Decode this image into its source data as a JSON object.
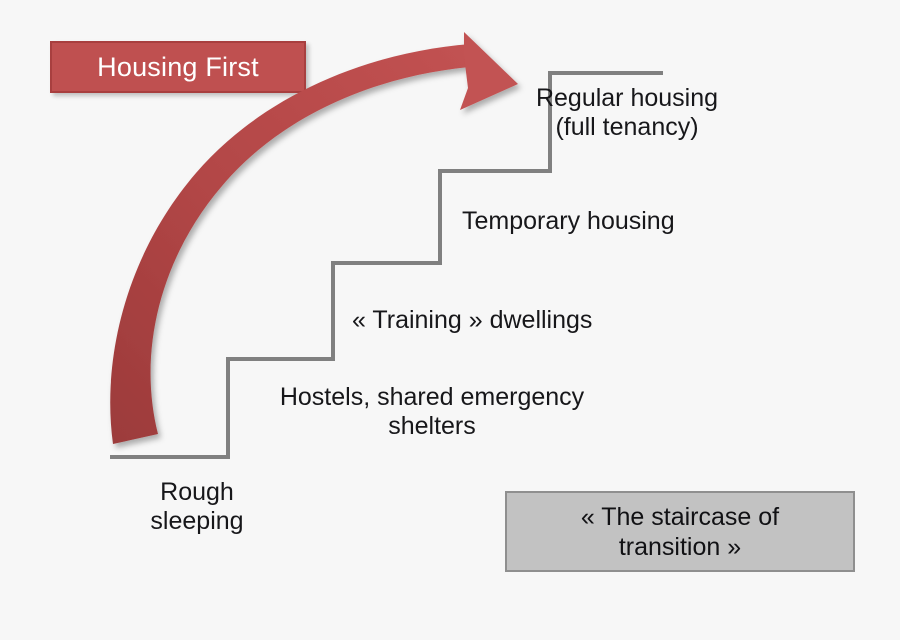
{
  "diagram": {
    "title_badge": {
      "label": "Housing First",
      "bg_color": "#bf5050",
      "border_color": "#a83f3f",
      "text_color": "#ffffff"
    },
    "caption_box": {
      "label": "« The staircase of\ntransition »",
      "bg_color": "#c2c2c2",
      "border_color": "#8f8f8f",
      "text_color": "#111114"
    },
    "arrow": {
      "name": "housing-first-curved-arrow",
      "color": "#a94040",
      "direction": "bottom-left to top-right",
      "meaning": "Housing First bypasses the staircase steps"
    },
    "staircase": {
      "line_color": "#808080",
      "steps": [
        {
          "index": 0,
          "label": "Rough\nsleeping"
        },
        {
          "index": 1,
          "label": "Hostels, shared emergency\nshelters"
        },
        {
          "index": 2,
          "label": "« Training » dwellings"
        },
        {
          "index": 3,
          "label": "Temporary housing"
        },
        {
          "index": 4,
          "label": "Regular housing\n(full tenancy)"
        }
      ]
    }
  }
}
